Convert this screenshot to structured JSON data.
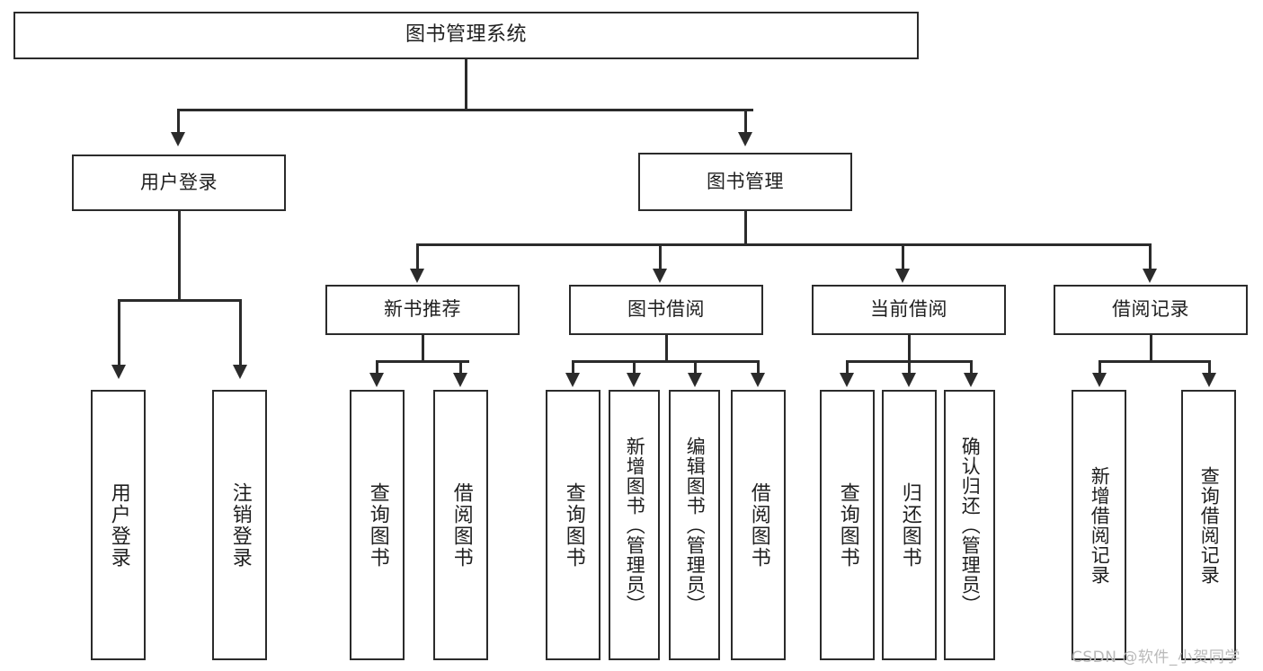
{
  "diagram": {
    "type": "tree",
    "title": "图书管理系统",
    "watermark": "CSDN @软件_小贺同学",
    "colors": {
      "box_border": "#2b2b2b",
      "box_fill": "#ffffff",
      "connector": "#2b2b2b",
      "text": "#1f1f1f",
      "watermark": "#b9b9b9",
      "background": "#ffffff"
    }
  },
  "root": {
    "label": "图书管理系统"
  },
  "level1": [
    {
      "label": "用户登录"
    },
    {
      "label": "图书管理"
    }
  ],
  "level2": [
    {
      "label": "新书推荐"
    },
    {
      "label": "图书借阅"
    },
    {
      "label": "当前借阅"
    },
    {
      "label": "借阅记录"
    }
  ],
  "leaves": {
    "user_login": [
      {
        "label": "用户登录"
      },
      {
        "label": "注销登录"
      }
    ],
    "new_book_recommend": [
      {
        "label": "查询图书"
      },
      {
        "label": "借阅图书"
      }
    ],
    "book_borrow": [
      {
        "label": "查询图书"
      },
      {
        "label": "新增图书（管理员）"
      },
      {
        "label": "编辑图书（管理员）"
      },
      {
        "label": "借阅图书"
      }
    ],
    "current_borrow": [
      {
        "label": "查询图书"
      },
      {
        "label": "归还图书"
      },
      {
        "label": "确认归还（管理员）"
      }
    ],
    "borrow_record": [
      {
        "label": "新增借阅记录"
      },
      {
        "label": "查询借阅记录"
      }
    ]
  }
}
